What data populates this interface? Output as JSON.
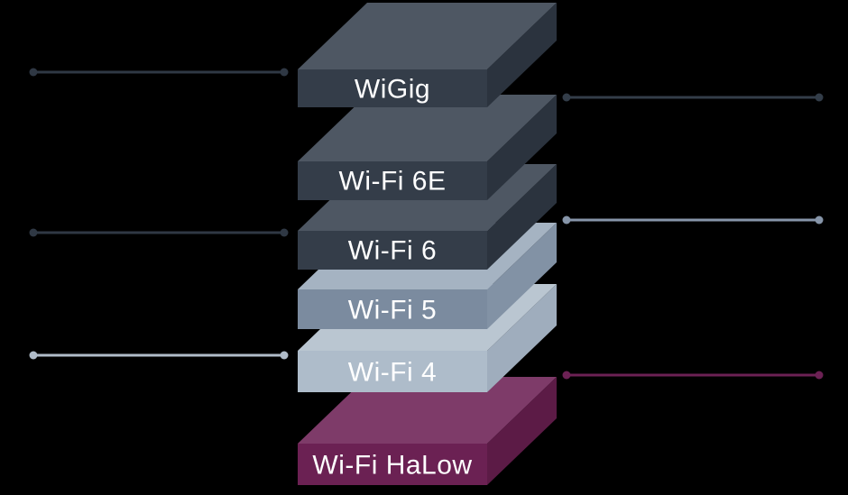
{
  "diagram": {
    "background": "#000000",
    "label_color": "#ffffff",
    "layers": [
      {
        "id": "wigig",
        "label": "WiGig",
        "top": "#4e5763",
        "front": "#343d49",
        "side": "#2b333e"
      },
      {
        "id": "wifi-6e",
        "label": "Wi-Fi 6E",
        "top": "#4e5763",
        "front": "#343d49",
        "side": "#2b333e"
      },
      {
        "id": "wifi-6",
        "label": "Wi-Fi 6",
        "top": "#4e5763",
        "front": "#343d49",
        "side": "#2b333e"
      },
      {
        "id": "wifi-5",
        "label": "Wi-Fi 5",
        "top": "#a5b3c2",
        "front": "#7b8b9f",
        "side": "#8292a5"
      },
      {
        "id": "wifi-4",
        "label": "Wi-Fi 4",
        "top": "#bac6d1",
        "front": "#aebcca",
        "side": "#9fadbd"
      },
      {
        "id": "wifi-halow",
        "label": "Wi-Fi HaLow",
        "top": "#7e3b69",
        "front": "#6b2153",
        "side": "#5c1b46"
      }
    ],
    "callout_lines": {
      "left": [
        {
          "position": "top",
          "color": "#2f3844"
        },
        {
          "position": "middle",
          "color": "#2f3844"
        },
        {
          "position": "bottom",
          "color": "#b0bcc9"
        }
      ],
      "right": [
        {
          "position": "top",
          "color": "#333d49"
        },
        {
          "position": "middle",
          "color": "#8695a9"
        },
        {
          "position": "bottom",
          "color": "#6c2154"
        }
      ]
    }
  }
}
